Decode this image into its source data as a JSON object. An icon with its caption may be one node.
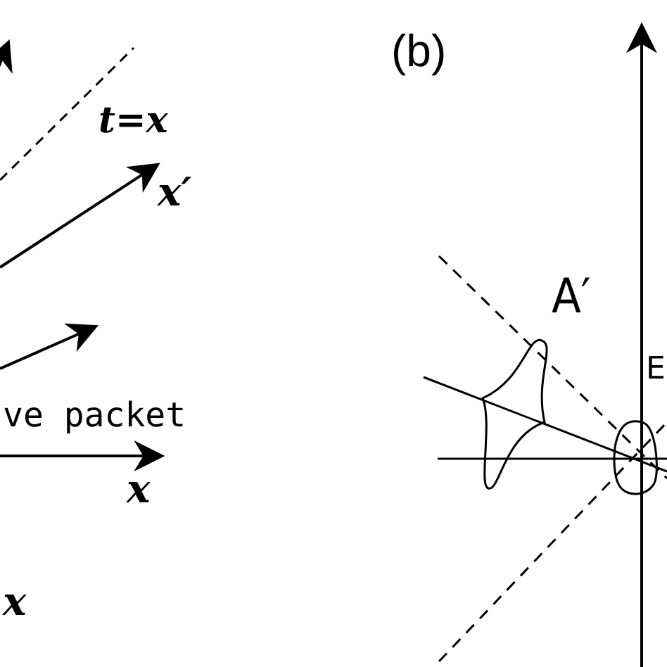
{
  "diagram": {
    "labels": [
      "t=x",
      "x′",
      "ve packet",
      "x",
      "x",
      "(b)",
      "A′",
      "E"
    ]
  }
}
